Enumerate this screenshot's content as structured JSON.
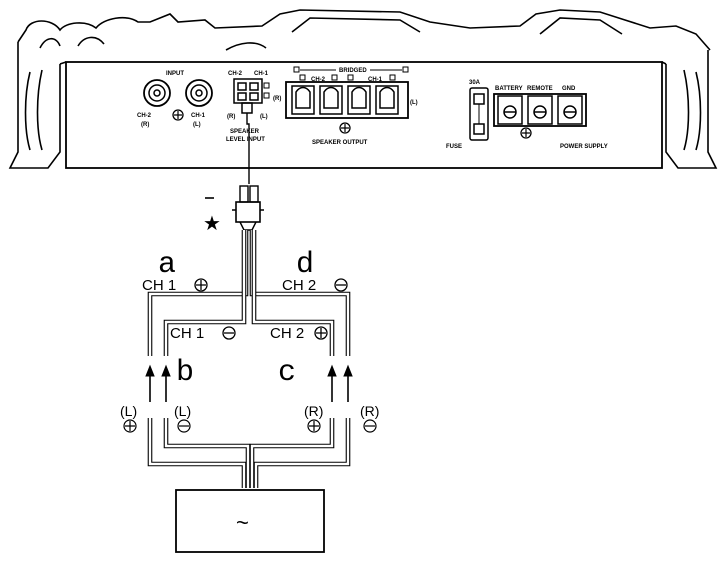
{
  "amp": {
    "input_label": "INPUT",
    "input_ch2": "CH-2",
    "input_ch2_side": "(R)",
    "input_ch1": "CH-1",
    "input_ch1_side": "(L)",
    "sli_ch2": "CH-2",
    "sli_ch1": "CH-1",
    "sli_r": "(R)",
    "sli_l": "(L)",
    "sli_r_side": "(R)",
    "sli_line1": "SPEAKER",
    "sli_line2": "LEVEL INPUT",
    "bridged": "BRIDGED",
    "spk_ch2": "CH-2",
    "spk_ch1": "CH-1",
    "spk_l": "(L)",
    "speaker_output": "SPEAKER OUTPUT",
    "fuse_rating": "30A",
    "fuse": "FUSE",
    "battery": "BATTERY",
    "remote": "REMOTE",
    "gnd": "GND",
    "power_supply": "POWER SUPPLY"
  },
  "harness": {
    "star": "★"
  },
  "wires": {
    "a": "a",
    "b": "b",
    "c": "c",
    "d": "d",
    "ch1_plus": "CH 1",
    "ch2_minus": "CH 2",
    "ch1_minus": "CH 1",
    "ch2_plus": "CH 2"
  },
  "speakers": {
    "l_outer": "(L)",
    "l_inner": "(L)",
    "r_inner": "(R)",
    "r_outer": "(R)"
  },
  "source": {
    "symbol": "~"
  }
}
